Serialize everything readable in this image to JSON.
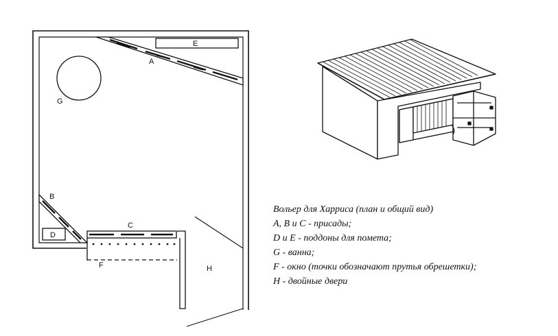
{
  "plan": {
    "labels": {
      "A": "A",
      "B": "B",
      "C": "C",
      "D": "D",
      "E": "E",
      "F": "F",
      "G": "G",
      "H": "H"
    }
  },
  "legend": {
    "title": "Вольер для Харриса (план и общий вид)",
    "items": [
      "A, B и C - присады;",
      "D и E - поддоны для помета;",
      "G - ванна;",
      "F - окно (точки обозначают прутья обрешетки);",
      "H - двойные двери"
    ]
  }
}
